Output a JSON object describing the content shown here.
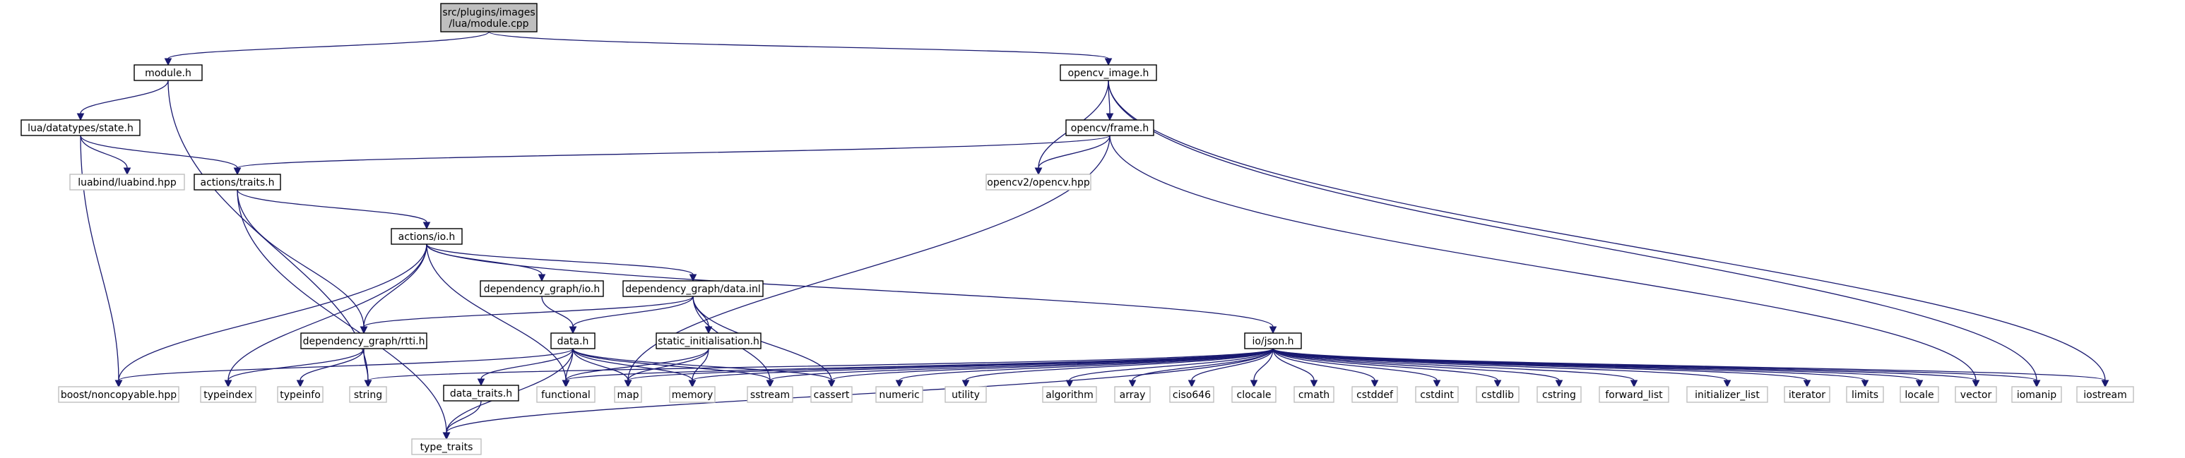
{
  "colors": {
    "edge": "#191970",
    "root_fill": "#bfbfbf",
    "root_border": "#000000",
    "doc_border": "#000000",
    "external_border": "#bfbfbf",
    "node_fill": "#ffffff",
    "background": "#ffffff"
  },
  "nodes": [
    {
      "id": "root",
      "label": "src/plugins/images\n/lua/module.cpp",
      "kind": "root"
    },
    {
      "id": "module_h",
      "label": "module.h",
      "kind": "documented"
    },
    {
      "id": "opencv_image_h",
      "label": "opencv_image.h",
      "kind": "documented"
    },
    {
      "id": "state_h",
      "label": "lua/datatypes/state.h",
      "kind": "documented"
    },
    {
      "id": "opencv_frame_h",
      "label": "opencv/frame.h",
      "kind": "documented"
    },
    {
      "id": "luabind_hpp",
      "label": "luabind/luabind.hpp",
      "kind": "external"
    },
    {
      "id": "actions_traits_h",
      "label": "actions/traits.h",
      "kind": "documented"
    },
    {
      "id": "opencv2_hpp",
      "label": "opencv2/opencv.hpp",
      "kind": "external"
    },
    {
      "id": "actions_io_h",
      "label": "actions/io.h",
      "kind": "documented"
    },
    {
      "id": "dg_io_h",
      "label": "dependency_graph/io.h",
      "kind": "documented"
    },
    {
      "id": "dg_data_inl",
      "label": "dependency_graph/data.inl",
      "kind": "documented"
    },
    {
      "id": "dg_rtti_h",
      "label": "dependency_graph/rtti.h",
      "kind": "documented"
    },
    {
      "id": "data_h",
      "label": "data.h",
      "kind": "documented"
    },
    {
      "id": "static_init_h",
      "label": "static_initialisation.h",
      "kind": "documented"
    },
    {
      "id": "io_json_h",
      "label": "io/json.h",
      "kind": "documented"
    },
    {
      "id": "data_traits_h",
      "label": "data_traits.h",
      "kind": "documented"
    },
    {
      "id": "type_traits",
      "label": "type_traits",
      "kind": "external"
    },
    {
      "id": "boost_noncopyable",
      "label": "boost/noncopyable.hpp",
      "kind": "external"
    },
    {
      "id": "typeindex",
      "label": "typeindex",
      "kind": "external"
    },
    {
      "id": "typeinfo",
      "label": "typeinfo",
      "kind": "external"
    },
    {
      "id": "string",
      "label": "string",
      "kind": "external"
    },
    {
      "id": "functional",
      "label": "functional",
      "kind": "external"
    },
    {
      "id": "map",
      "label": "map",
      "kind": "external"
    },
    {
      "id": "memory",
      "label": "memory",
      "kind": "external"
    },
    {
      "id": "sstream",
      "label": "sstream",
      "kind": "external"
    },
    {
      "id": "cassert",
      "label": "cassert",
      "kind": "external"
    },
    {
      "id": "numeric",
      "label": "numeric",
      "kind": "external"
    },
    {
      "id": "utility",
      "label": "utility",
      "kind": "external"
    },
    {
      "id": "algorithm",
      "label": "algorithm",
      "kind": "external"
    },
    {
      "id": "array",
      "label": "array",
      "kind": "external"
    },
    {
      "id": "ciso646",
      "label": "ciso646",
      "kind": "external"
    },
    {
      "id": "clocale",
      "label": "clocale",
      "kind": "external"
    },
    {
      "id": "cmath",
      "label": "cmath",
      "kind": "external"
    },
    {
      "id": "cstddef",
      "label": "cstddef",
      "kind": "external"
    },
    {
      "id": "cstdint",
      "label": "cstdint",
      "kind": "external"
    },
    {
      "id": "cstdlib",
      "label": "cstdlib",
      "kind": "external"
    },
    {
      "id": "cstring",
      "label": "cstring",
      "kind": "external"
    },
    {
      "id": "forward_list",
      "label": "forward_list",
      "kind": "external"
    },
    {
      "id": "initializer_list",
      "label": "initializer_list",
      "kind": "external"
    },
    {
      "id": "iterator",
      "label": "iterator",
      "kind": "external"
    },
    {
      "id": "limits",
      "label": "limits",
      "kind": "external"
    },
    {
      "id": "locale",
      "label": "locale",
      "kind": "external"
    },
    {
      "id": "vector",
      "label": "vector",
      "kind": "external"
    },
    {
      "id": "iomanip",
      "label": "iomanip",
      "kind": "external"
    },
    {
      "id": "iostream",
      "label": "iostream",
      "kind": "external"
    }
  ],
  "edges": [
    [
      "root",
      "module_h"
    ],
    [
      "root",
      "opencv_image_h"
    ],
    [
      "module_h",
      "state_h"
    ],
    [
      "module_h",
      "string"
    ],
    [
      "opencv_image_h",
      "opencv_frame_h"
    ],
    [
      "opencv_image_h",
      "opencv2_hpp"
    ],
    [
      "opencv_image_h",
      "iomanip"
    ],
    [
      "opencv_image_h",
      "iostream"
    ],
    [
      "state_h",
      "luabind_hpp"
    ],
    [
      "state_h",
      "actions_traits_h"
    ],
    [
      "state_h",
      "boost_noncopyable"
    ],
    [
      "opencv_frame_h",
      "actions_traits_h"
    ],
    [
      "opencv_frame_h",
      "opencv2_hpp"
    ],
    [
      "opencv_frame_h",
      "map"
    ],
    [
      "opencv_frame_h",
      "vector"
    ],
    [
      "actions_traits_h",
      "actions_io_h"
    ],
    [
      "actions_traits_h",
      "dg_rtti_h"
    ],
    [
      "actions_traits_h",
      "type_traits"
    ],
    [
      "actions_io_h",
      "dg_io_h"
    ],
    [
      "actions_io_h",
      "dg_data_inl"
    ],
    [
      "actions_io_h",
      "io_json_h"
    ],
    [
      "actions_io_h",
      "dg_rtti_h"
    ],
    [
      "actions_io_h",
      "boost_noncopyable"
    ],
    [
      "actions_io_h",
      "typeindex"
    ],
    [
      "actions_io_h",
      "functional"
    ],
    [
      "dg_io_h",
      "data_h"
    ],
    [
      "dg_data_inl",
      "dg_rtti_h"
    ],
    [
      "dg_data_inl",
      "data_h"
    ],
    [
      "dg_data_inl",
      "static_init_h"
    ],
    [
      "dg_data_inl",
      "sstream"
    ],
    [
      "dg_data_inl",
      "cassert"
    ],
    [
      "dg_rtti_h",
      "typeindex"
    ],
    [
      "dg_rtti_h",
      "typeinfo"
    ],
    [
      "dg_rtti_h",
      "string"
    ],
    [
      "data_h",
      "data_traits_h"
    ],
    [
      "data_h",
      "type_traits"
    ],
    [
      "data_h",
      "boost_noncopyable"
    ],
    [
      "data_h",
      "functional"
    ],
    [
      "data_h",
      "map"
    ],
    [
      "data_h",
      "memory"
    ],
    [
      "data_h",
      "sstream"
    ],
    [
      "data_h",
      "cassert"
    ],
    [
      "static_init_h",
      "functional"
    ],
    [
      "static_init_h",
      "map"
    ],
    [
      "static_init_h",
      "memory"
    ],
    [
      "data_traits_h",
      "type_traits"
    ],
    [
      "io_json_h",
      "string"
    ],
    [
      "io_json_h",
      "functional"
    ],
    [
      "io_json_h",
      "map"
    ],
    [
      "io_json_h",
      "memory"
    ],
    [
      "io_json_h",
      "sstream"
    ],
    [
      "io_json_h",
      "cassert"
    ],
    [
      "io_json_h",
      "numeric"
    ],
    [
      "io_json_h",
      "utility"
    ],
    [
      "io_json_h",
      "algorithm"
    ],
    [
      "io_json_h",
      "array"
    ],
    [
      "io_json_h",
      "ciso646"
    ],
    [
      "io_json_h",
      "clocale"
    ],
    [
      "io_json_h",
      "cmath"
    ],
    [
      "io_json_h",
      "cstddef"
    ],
    [
      "io_json_h",
      "cstdint"
    ],
    [
      "io_json_h",
      "cstdlib"
    ],
    [
      "io_json_h",
      "cstring"
    ],
    [
      "io_json_h",
      "forward_list"
    ],
    [
      "io_json_h",
      "initializer_list"
    ],
    [
      "io_json_h",
      "iterator"
    ],
    [
      "io_json_h",
      "limits"
    ],
    [
      "io_json_h",
      "locale"
    ],
    [
      "io_json_h",
      "vector"
    ],
    [
      "io_json_h",
      "iomanip"
    ],
    [
      "io_json_h",
      "iostream"
    ],
    [
      "io_json_h",
      "type_traits"
    ]
  ]
}
